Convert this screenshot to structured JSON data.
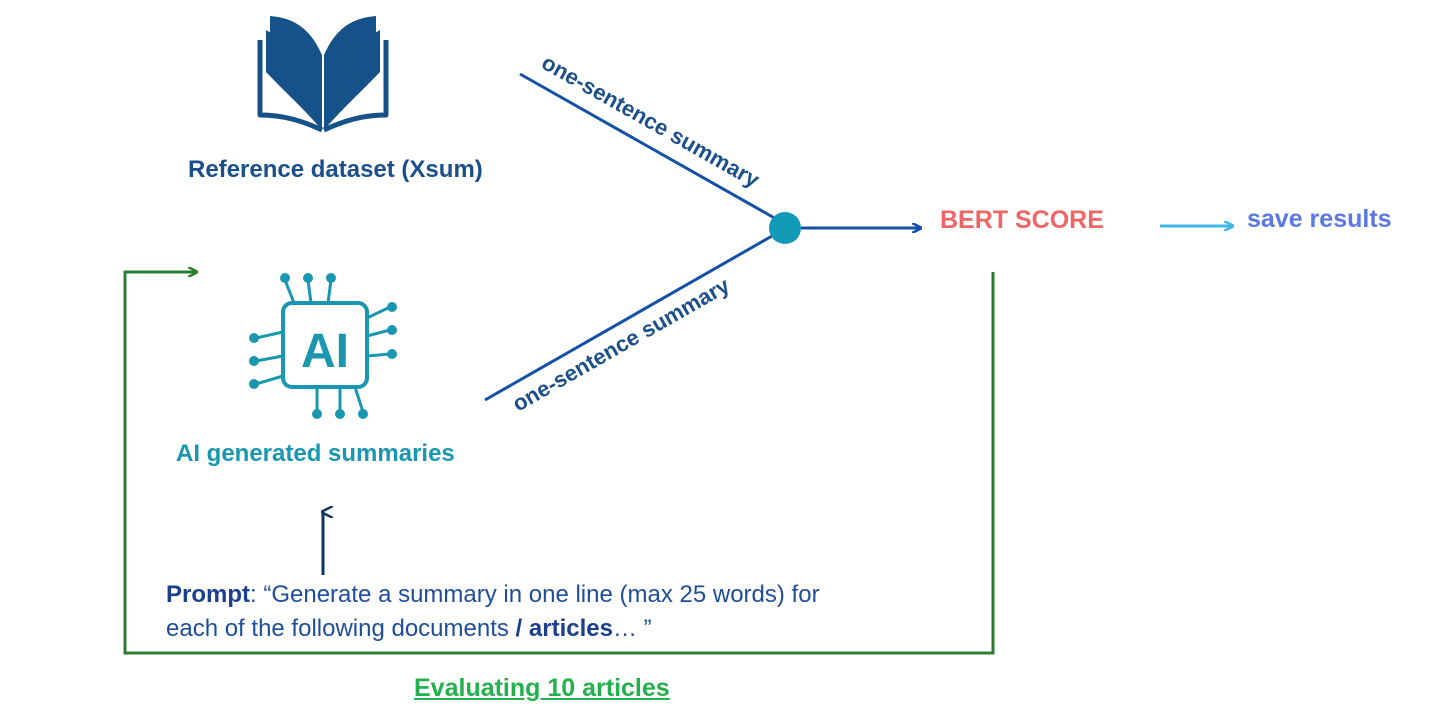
{
  "reference": {
    "label": "Reference dataset (Xsum)",
    "icon": "book-icon"
  },
  "ai": {
    "label": "AI generated summaries",
    "icon": "ai-chip-icon",
    "chip_text": "AI"
  },
  "edges": {
    "top_label": "one-sentence summary",
    "bottom_label": "one-sentence summary"
  },
  "metric": {
    "label": "BERT SCORE"
  },
  "output": {
    "label": "save results"
  },
  "prompt": {
    "label": "Prompt",
    "line1": ": “Generate a summary in one line (max 25 words) for",
    "line2_start": "each of the following documents ",
    "slash": "/ ",
    "articles": "articles",
    "line2_end": "… ”"
  },
  "loop": {
    "label": "Evaluating 10 articles"
  },
  "colors": {
    "book": "#16528a",
    "ai": "#1a97b0",
    "edge": "#1450a8",
    "node": "#1299b5",
    "bert": "#ef6666",
    "save": "#5b78e6",
    "save_arrow": "#3cb8e8",
    "loop": "#2e7d32",
    "eval": "#22b14c",
    "prompt_arrow": "#10365e"
  }
}
